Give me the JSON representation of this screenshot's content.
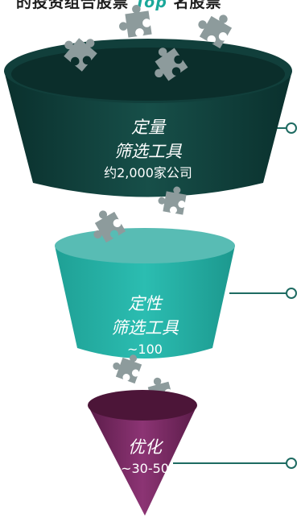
{
  "header": {
    "text": "的投资组合股票",
    "accent": "Top",
    "rest": "名股票"
  },
  "funnel": [
    {
      "line1": "定量",
      "line2": "筛选工具",
      "count": "约2,000家公司"
    },
    {
      "line1": "定性",
      "line2": "筛选工具",
      "count": "~100"
    },
    {
      "line1": "优化",
      "line2": "",
      "count": "~30-50"
    }
  ],
  "colors": {
    "stage1_dark": "#0c3b38",
    "stage1_mid": "#154f4a",
    "stage2_top": "#4fb7b0",
    "stage2_body": "#26b2a6",
    "stage3_top": "#4a1233",
    "stage3_body": "#7b2d63",
    "connector": "#1e6b62",
    "puzzle": "#8d9b9c"
  }
}
